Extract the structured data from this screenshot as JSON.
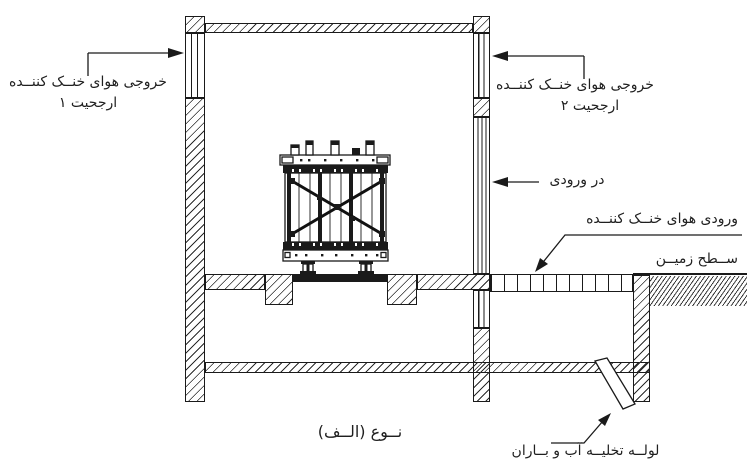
{
  "diagram": {
    "caption": "نــوع (الــف)",
    "labels": {
      "cooling_outlet_1_line1": "خروجی هوای خنــک کننــده",
      "cooling_outlet_1_line2": "ارجحیت ۱",
      "cooling_outlet_2_line1": "خروجی هوای خنــک کننــده",
      "cooling_outlet_2_line2": "ارجحیت ۲",
      "entrance_door": "در ورودی",
      "cooling_air_inlet": "ورودی هوای خنــک کننــده",
      "ground_level": "ســطح زمیــن",
      "rain_water_drain_pipe": "لولــه تخلیــه آب و بــاران"
    },
    "colors": {
      "line": "#1a1a1a",
      "background": "#ffffff"
    }
  }
}
